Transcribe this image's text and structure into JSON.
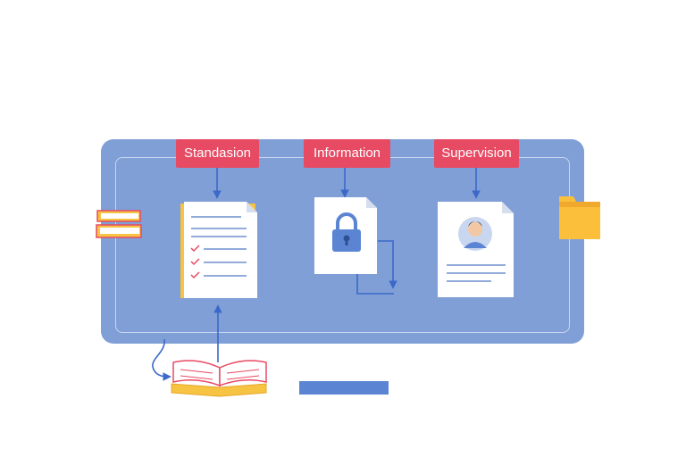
{
  "labels": {
    "standardization": "Standasion",
    "information": "Information",
    "supervision": "Supervision"
  },
  "icons": {
    "checklist": "checklist-document-icon",
    "lock": "lock-document-icon",
    "profile": "profile-document-icon",
    "book": "open-book-icon",
    "stacked_books": "stacked-books-icon",
    "folder": "folder-icon"
  },
  "colors": {
    "panel": "#7f9fd6",
    "tag": "#e74a63",
    "arrow": "#3c69c9",
    "folder": "#fbbf3c",
    "book": "#f6c343"
  }
}
